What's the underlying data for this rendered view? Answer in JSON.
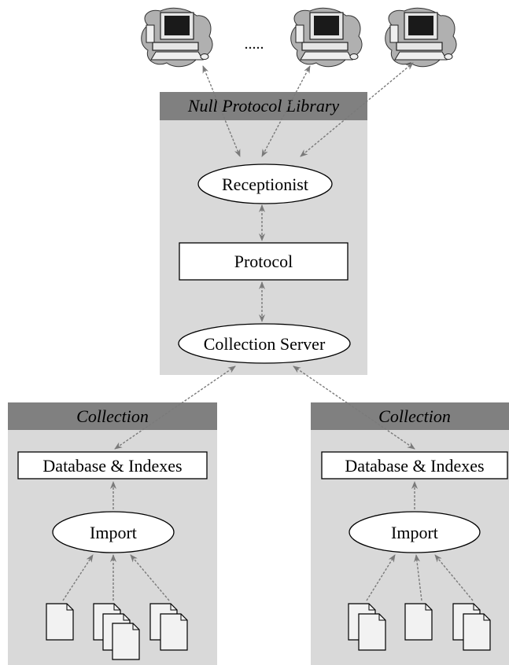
{
  "diagram": {
    "library": {
      "title": "Null Protocol Library",
      "receptionist": "Receptionist",
      "protocol": "Protocol",
      "collection_server": "Collection Server"
    },
    "clients": {
      "ellipsis": "....."
    },
    "collections": [
      {
        "title": "Collection",
        "database": "Database & Indexes",
        "import": "Import"
      },
      {
        "title": "Collection",
        "database": "Database & Indexes",
        "import": "Import"
      }
    ]
  },
  "colors": {
    "panel_fill": "#d9d9d9",
    "header_fill": "#808080",
    "node_fill": "#ffffff",
    "arrow": "#7a7a7a",
    "monitor_screen": "#1a1a1a",
    "blob": "#b0b0b0"
  },
  "icons": [
    "computer-icon",
    "document-icon"
  ]
}
